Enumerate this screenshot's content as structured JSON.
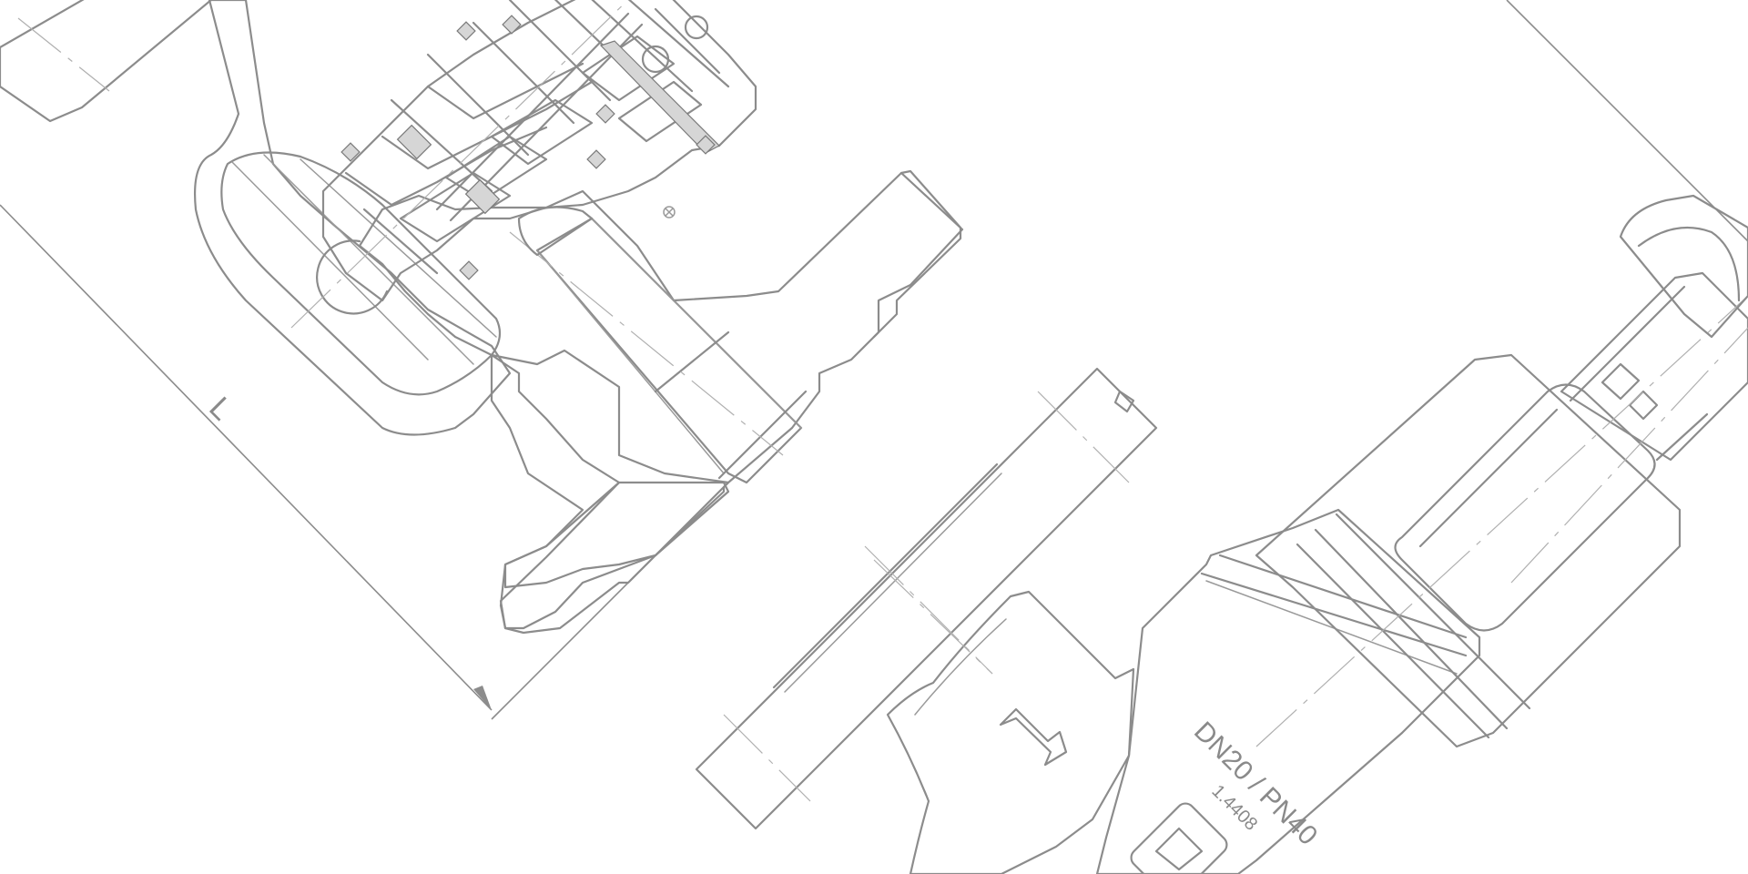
{
  "drawing": {
    "dimension_label": "L",
    "body_marking": "DN20 / PN40",
    "material_marking": "1.4408"
  },
  "colors": {
    "line": "#8c8c8c",
    "hatch": "#a8a8a8",
    "background": "#ffffff"
  },
  "icons": [
    "flow-direction-arrow-icon",
    "manufacturer-logo-icon"
  ]
}
